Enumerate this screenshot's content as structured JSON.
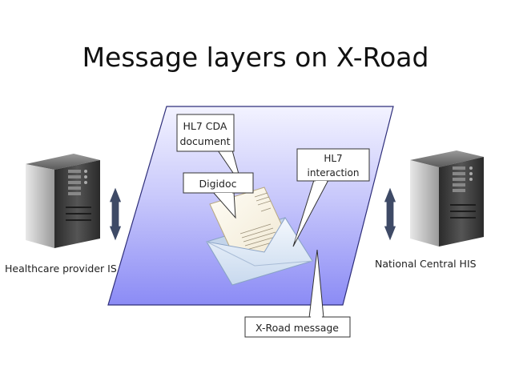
{
  "title": "Message layers on X-Road",
  "labels": {
    "hl7_cda_line1": "HL7 CDA",
    "hl7_cda_line2": "document",
    "digidoc": "Digidoc",
    "hl7_interaction_line1": "HL7",
    "hl7_interaction_line2": "interaction",
    "xroad_message": "X-Road message",
    "healthcare_provider": "Healthcare provider IS",
    "national_central": "National Central HIS"
  },
  "colors": {
    "parallelogram_top": "#eeeeff",
    "parallelogram_bottom": "#8f8ff6",
    "arrow_fill": "#3e4a66",
    "server_dark": "#3a3a3a",
    "server_light": "#cfcfcf",
    "envelope": "#dde9f6"
  }
}
